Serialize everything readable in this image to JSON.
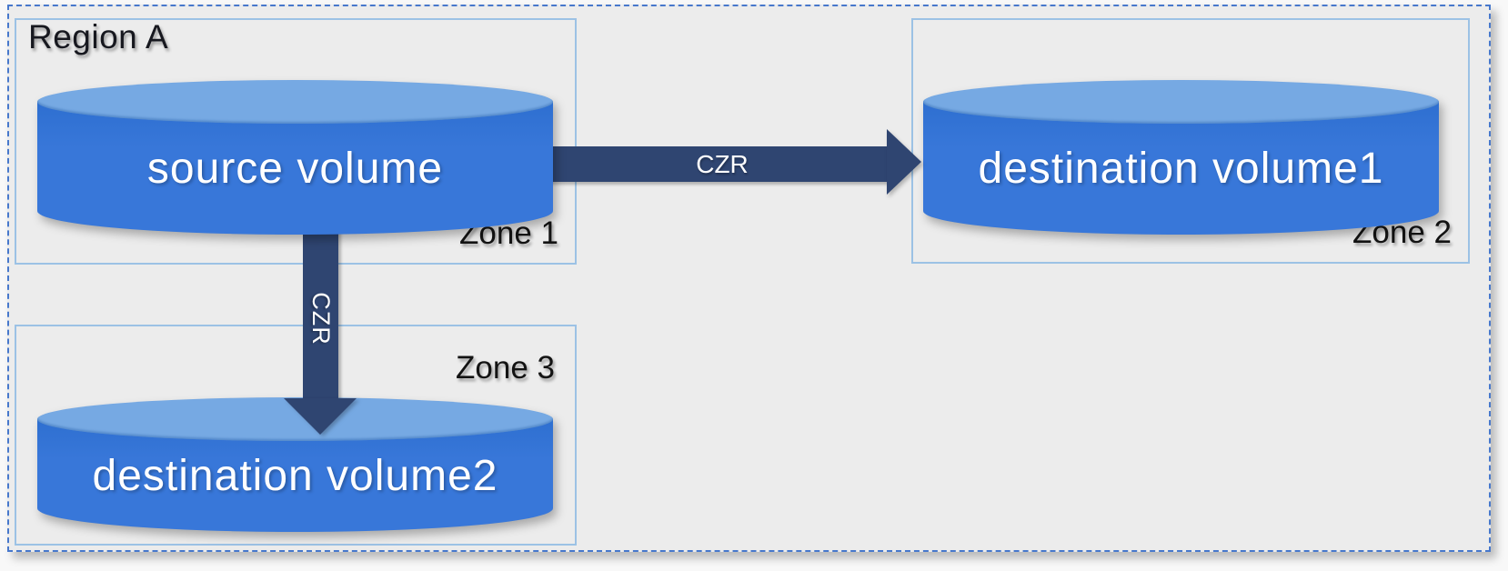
{
  "region": {
    "label": "Region A"
  },
  "zones": [
    {
      "label": "Zone 1",
      "volume": "source volume"
    },
    {
      "label": "Zone 2",
      "volume": "destination volume1"
    },
    {
      "label": "Zone 3",
      "volume": "destination volume2"
    }
  ],
  "arrows": {
    "horizontal": {
      "label": "CZR",
      "from": "source volume",
      "to": "destination volume1"
    },
    "vertical": {
      "label": "CZR",
      "from": "source volume",
      "to": "destination volume2"
    }
  },
  "colors": {
    "region_fill": "#ececec",
    "region_border": "#4778cc",
    "zone_border": "#9cc2e5",
    "cylinder_body": "#3877d9",
    "cylinder_top": "#76a9e3",
    "arrow": "#2f4571",
    "volume_text": "#ffffff",
    "label_text": "#131313"
  }
}
